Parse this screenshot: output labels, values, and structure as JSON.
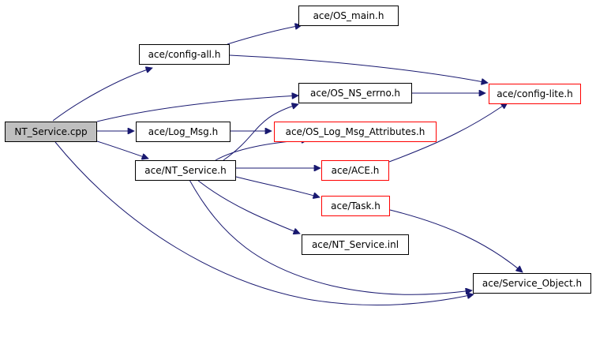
{
  "nodes": {
    "nt_service_cpp": "NT_Service.cpp",
    "os_main": "ace/OS_main.h",
    "config_all": "ace/config-all.h",
    "config_lite": "ace/config-lite.h",
    "os_ns_errno": "ace/OS_NS_errno.h",
    "log_msg": "ace/Log_Msg.h",
    "os_log_msg_attributes": "ace/OS_Log_Msg_Attributes.h",
    "nt_service_h": "ace/NT_Service.h",
    "ace_h": "ace/ACE.h",
    "task": "ace/Task.h",
    "nt_service_inl": "ace/NT_Service.inl",
    "service_object": "ace/Service_Object.h"
  },
  "colors": {
    "edge": "#191970",
    "node_border": "#000000",
    "node_border_incomplete": "#ff0000",
    "root_fill": "#bfbfbf"
  }
}
